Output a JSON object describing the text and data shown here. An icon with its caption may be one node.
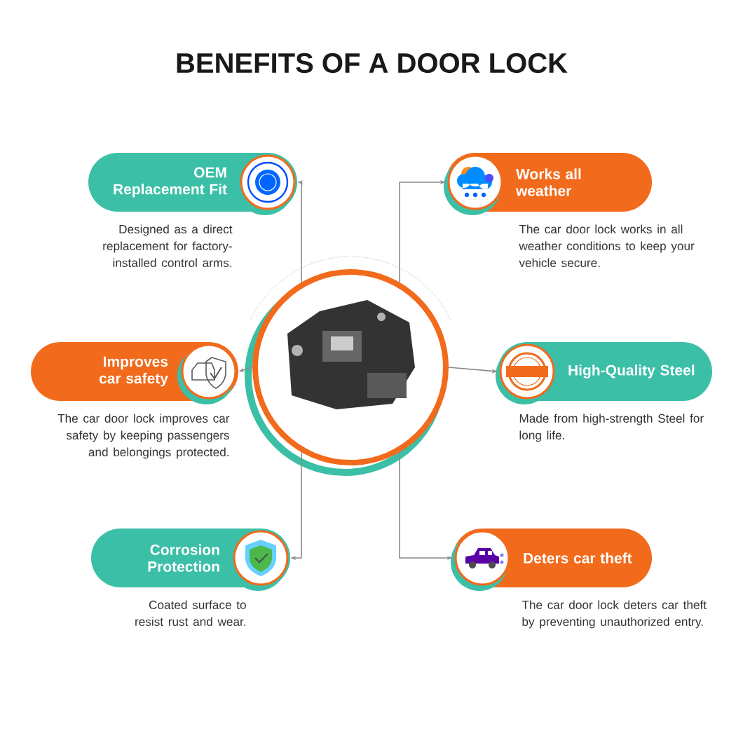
{
  "diagram": {
    "title": "BENEFITS OF A DOOR LOCK",
    "nodes": [
      {
        "text": [],
        "shape": "picture"
      },
      {
        "text": [
          "OEM Replacement Fit"
        ],
        "beside": [
          "Designed as a direct replacement for factory-installed control arms."
        ]
      },
      {
        "text": [
          "Works all weather"
        ],
        "beside": [
          "The car door lock works in all weather conditions to keep your vehicle secure."
        ]
      },
      {
        "text": [
          "Improves car safety"
        ],
        "beside": [
          "The car door lock improves car safety by keeping passengers and belongings protected."
        ]
      },
      {
        "text": [
          "High-Quality Steel"
        ],
        "beside": [
          "Made from high-strength Steel for long life."
        ]
      },
      {
        "text": [
          "Corrosion Protection"
        ],
        "beside": [
          "Coated surface to resist rust and wear."
        ]
      },
      {
        "text": [
          "Deters car theft"
        ],
        "beside": [
          "The car door lock deters car theft by preventing unauthorized entry."
        ]
      }
    ],
    "edges": [
      {
        "from": 0,
        "to": 1,
        "arrow": "to"
      },
      {
        "from": 0,
        "to": 2,
        "arrow": "to"
      },
      {
        "from": 0,
        "to": 3,
        "arrow": "to"
      },
      {
        "from": 0,
        "to": 4,
        "arrow": "to"
      },
      {
        "from": 0,
        "to": 5,
        "arrow": "to"
      },
      {
        "from": 0,
        "to": 6,
        "arrow": "to"
      }
    ]
  }
}
